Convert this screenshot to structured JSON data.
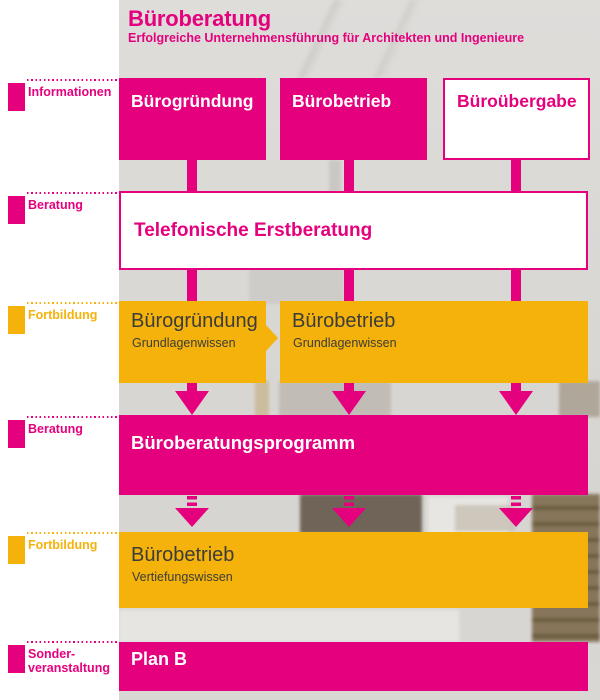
{
  "page": {
    "title": "Büroberatung",
    "subtitle": "Erfolgreiche Unternehmensführung für Architekten und Ingenieure"
  },
  "colors": {
    "magenta": "#E5007D",
    "yellow": "#F4B20B",
    "dark_box_text": "#3C3C3A",
    "white": "#FFFFFF"
  },
  "sidebar": {
    "items": [
      {
        "label": "Informationen",
        "color": "magenta"
      },
      {
        "label": "Beratung",
        "color": "magenta"
      },
      {
        "label": "Fortbildung",
        "color": "yellow"
      },
      {
        "label": "Beratung",
        "color": "magenta"
      },
      {
        "label": "Fortbildung",
        "color": "yellow"
      },
      {
        "label_line1": "Sonder-",
        "label_line2": "veranstaltung",
        "color": "magenta"
      }
    ]
  },
  "flow": {
    "stage1": {
      "boxes": [
        {
          "label": "Bürogründung",
          "variant": "magenta-filled"
        },
        {
          "label": "Bürobetrieb",
          "variant": "magenta-filled"
        },
        {
          "label": "Büroübergabe",
          "variant": "white-outline"
        }
      ]
    },
    "stage2": {
      "label": "Telefonische Erstberatung"
    },
    "stage3": {
      "boxes": [
        {
          "title": "Bürogründung",
          "subtitle": "Grundlagenwissen"
        },
        {
          "title": "Bürobetrieb",
          "subtitle": "Grundlagenwissen"
        }
      ]
    },
    "stage4": {
      "label": "Büroberatungsprogramm"
    },
    "stage5": {
      "title": "Bürobetrieb",
      "subtitle": "Vertiefungswissen"
    },
    "stage6": {
      "label": "Plan B"
    }
  }
}
